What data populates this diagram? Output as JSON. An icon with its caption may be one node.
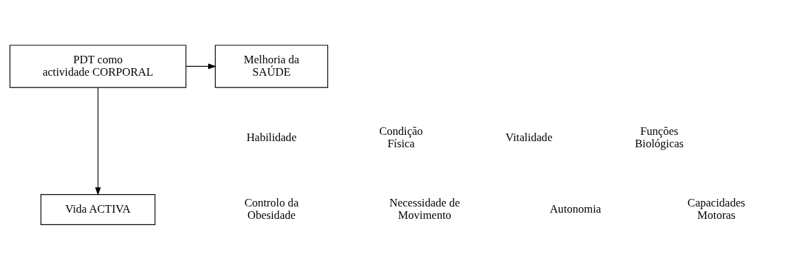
{
  "diagram": {
    "nodes": [
      {
        "text": [
          "PDT como actividade CORPORAL"
        ]
      },
      {
        "text": [
          "Melhoria da SAÚDE"
        ]
      },
      {
        "text": [
          "Vida ACTIVA"
        ]
      }
    ],
    "edges": [
      {
        "from": 0,
        "to": 1,
        "arrow": "to"
      },
      {
        "from": 0,
        "to": 2,
        "arrow": "to"
      }
    ],
    "labels": [
      "Habilidade",
      "Condição Física",
      "Vitalidade",
      "Funções Biológicas",
      "Necessidade de Movimento",
      "Autonomia",
      "Capacidades Motoras",
      "Controlo da Obesidade"
    ]
  }
}
